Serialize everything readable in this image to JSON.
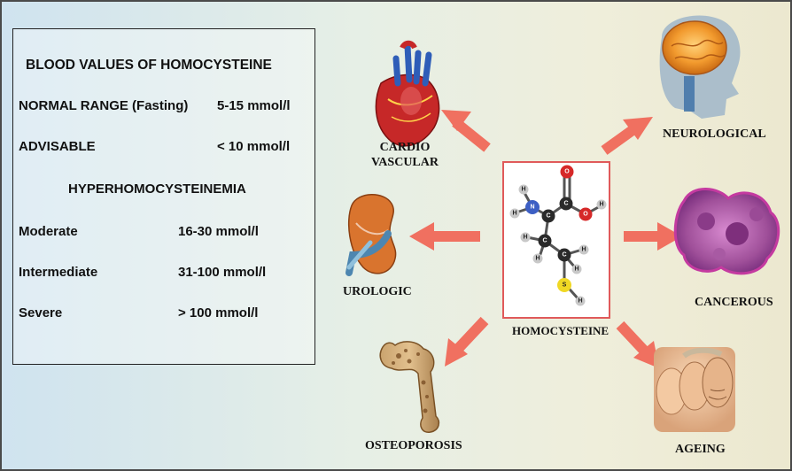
{
  "value_box": {
    "title": "BLOOD VALUES OF HOMOCYSTEINE",
    "normal_label": "NORMAL RANGE (Fasting)",
    "normal_value": "5-15 mmol/l",
    "advisable_label": "ADVISABLE",
    "advisable_value": "< 10 mmol/l",
    "hyper_heading": "HYPERHOMOCYSTEINEMIA",
    "rows": [
      {
        "label": "Moderate",
        "value": "16-30 mmol/l"
      },
      {
        "label": "Intermediate",
        "value": "31-100 mmol/l"
      },
      {
        "label": "Severe",
        "value": "> 100 mmol/l"
      }
    ]
  },
  "center_label": "HOMOCYSTEINE",
  "molecule_atoms": [
    "H",
    "H",
    "N",
    "C",
    "C",
    "O",
    "O",
    "H",
    "C",
    "C",
    "H",
    "H",
    "H",
    "H",
    "S",
    "H"
  ],
  "effects": {
    "cardio_line1": "CARDIO",
    "cardio_line2": "VASCULAR",
    "neurological": "NEUROLOGICAL",
    "urologic": "UROLOGIC",
    "cancerous": "CANCEROUS",
    "osteoporosis": "OSTEOPOROSIS",
    "ageing": "AGEING"
  },
  "colors": {
    "arrow": "#f07060",
    "frame": "#e05a5a"
  }
}
